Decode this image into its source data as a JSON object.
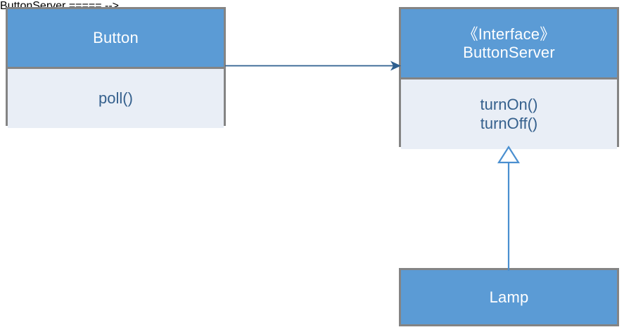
{
  "diagram": {
    "type": "uml-class-diagram",
    "background_color": "#ffffff",
    "classes": [
      {
        "id": "button",
        "name": "Button",
        "stereotype": "",
        "members": [
          "poll()"
        ],
        "header_color": "#5b9bd5",
        "body_color": "#e9eef6",
        "border_color": "#848484",
        "header_text_color": "#ffffff",
        "body_text_color": "#35608d"
      },
      {
        "id": "buttonserver",
        "name": "ButtonServer",
        "stereotype": "《Interface》",
        "members": [
          "turnOn()",
          "turnOff()"
        ],
        "header_color": "#5b9bd5",
        "body_color": "#e9eef6",
        "border_color": "#848484",
        "header_text_color": "#ffffff",
        "body_text_color": "#35608d"
      },
      {
        "id": "lamp",
        "name": "Lamp",
        "stereotype": "",
        "members": [],
        "header_color": "#5b9bd5",
        "body_color": "#5b9bd5",
        "border_color": "#848484",
        "header_text_color": "#ffffff",
        "body_text_color": "#ffffff"
      }
    ],
    "relationships": [
      {
        "id": "assoc-button-buttonserver",
        "kind": "association",
        "from": "Button",
        "to": "ButtonServer",
        "line_style": "solid",
        "arrowhead": "filled-open-arrow",
        "color": "#2e5f8f",
        "label": ""
      },
      {
        "id": "realize-lamp-buttonserver",
        "kind": "realization",
        "from": "Lamp",
        "to": "ButtonServer",
        "line_style": "solid",
        "arrowhead": "hollow-triangle",
        "color": "#4a8fd0",
        "label": ""
      }
    ]
  }
}
